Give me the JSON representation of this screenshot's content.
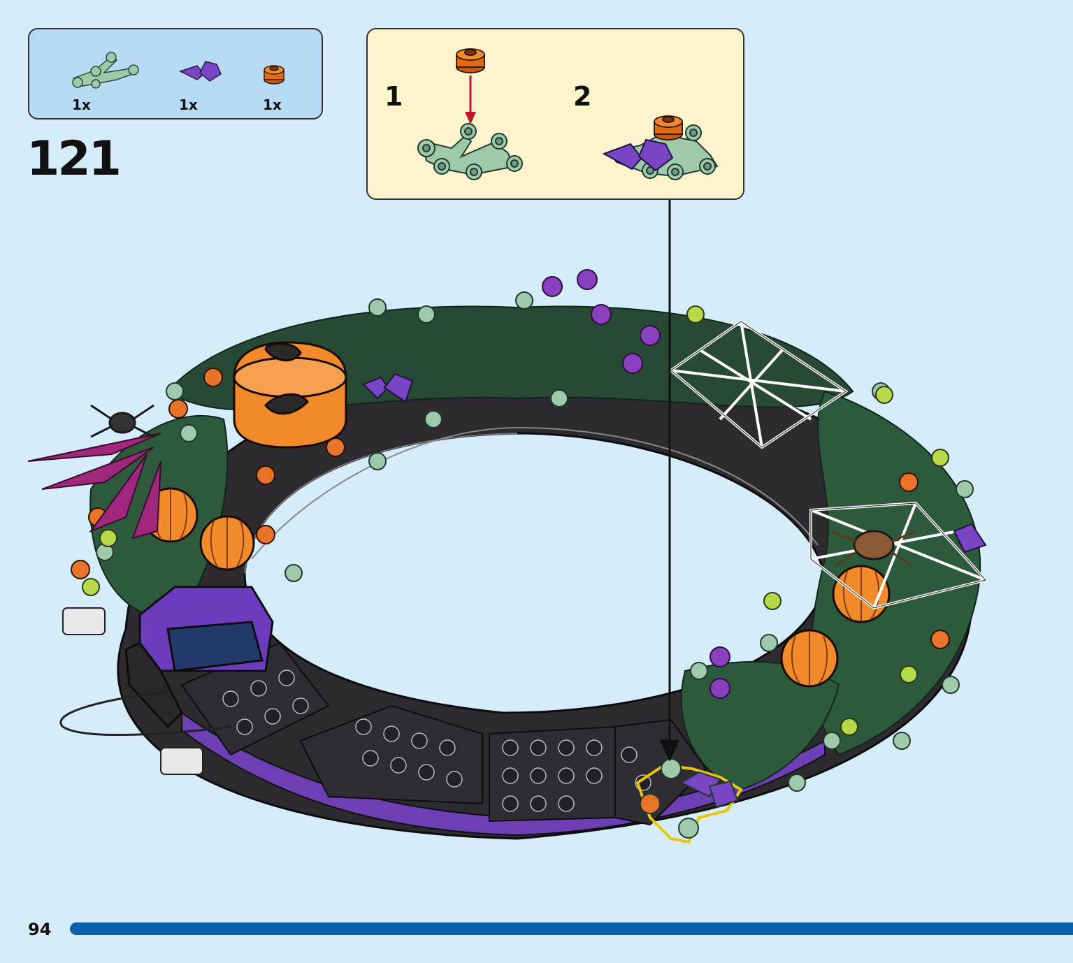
{
  "parts_list": [
    {
      "part": "sand-green-branch-plate-icon",
      "qty": "1x"
    },
    {
      "part": "purple-butterfly-icon",
      "qty": "1x"
    },
    {
      "part": "orange-round-plate-icon",
      "qty": "1x"
    }
  ],
  "step_number": "121",
  "callout": {
    "substeps": [
      {
        "number": "1"
      },
      {
        "number": "2"
      }
    ]
  },
  "page_number": "94",
  "colors": {
    "background": "#d5ecfb",
    "parts_box": "#b7daf5",
    "callout": "#fdf3cc",
    "progress_bar": "#0b5fab",
    "arrow_red": "#c4122f"
  }
}
